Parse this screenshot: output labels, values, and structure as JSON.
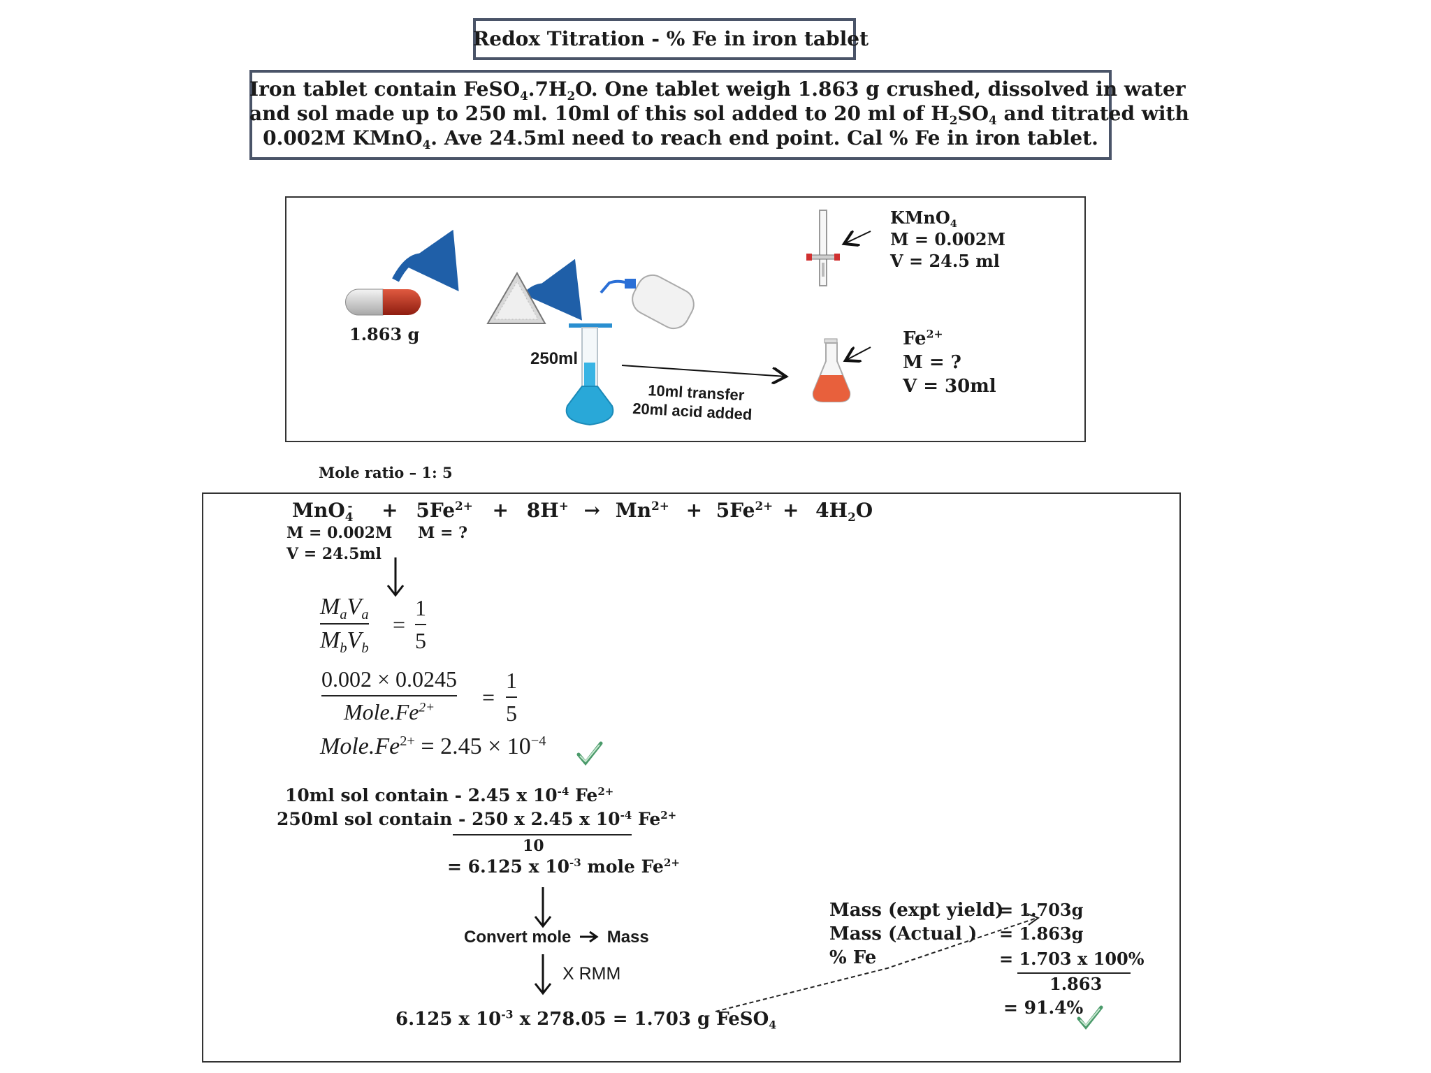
{
  "title": "Redox Titration - % Fe in iron tablet",
  "problem": {
    "line1_a": "Iron tablet contain FeSO",
    "line1_sub1": "4",
    "line1_b": ".7H",
    "line1_sub2": "2",
    "line1_c": "O. One tablet weigh 1.863 g crushed, dissolved in water",
    "line2_a": "and sol made up to 250 ml.  10ml of this sol added to 20 ml of H",
    "line2_sub1": "2",
    "line2_b": "SO",
    "line2_sub2": "4",
    "line2_c": " and titrated with",
    "line3_a": "0.002M KMnO",
    "line3_sub": "4",
    "line3_b": ". Ave  24.5ml need to reach end point. Cal %  Fe in iron tablet."
  },
  "apparatus": {
    "tablet_mass": "1.863 g",
    "flask_volume": "250ml",
    "transfer_line1": "10ml transfer",
    "transfer_line2": "20ml acid added",
    "burette_label": "KMnO",
    "burette_label_sub": "4",
    "burette_molarity": "M = 0.002M",
    "burette_volume": "V  = 24.5 ml",
    "conical_label": "Fe",
    "conical_label_sup": "2+",
    "conical_molarity": "M = ?",
    "conical_volume": "V = 30ml",
    "colors": {
      "capsule_red": "#c0392b",
      "flask_blue": "#29a8d8",
      "conical_orange": "#e8603c",
      "arrow_blue": "#1f5fa8"
    }
  },
  "mole_ratio": "Mole ratio – 1: 5",
  "equation": {
    "reactant1": "MnO",
    "reactant1_sub": "4",
    "reactant1_sup": "-",
    "plus1": "+",
    "reactant2": "5Fe",
    "reactant2_sup": "2+",
    "plus2": "+",
    "reactant3": "8H",
    "reactant3_sup": "+",
    "arrow": "→",
    "product1": "Mn",
    "product1_sup": "2+",
    "plus3": "+",
    "product2": "5Fe",
    "product2_sup": "2+",
    "plus4": "+",
    "product3": "4H",
    "product3_sub": "2",
    "product3_tail": "O",
    "mno4_molarity": "M = 0.002M",
    "mno4_volume": "V = 24.5ml",
    "fe_molarity": "M =  ?"
  },
  "formula": {
    "num_M": "M",
    "num_sub_a1": "a",
    "num_V": "V",
    "num_sub_a2": "a",
    "den_M": "M",
    "den_sub_b1": "b",
    "den_V": "V",
    "den_sub_b2": "b",
    "eq": "=",
    "rhs_num": "1",
    "rhs_den": "5"
  },
  "substitution": {
    "numerator": "0.002 × 0.0245",
    "denominator": "Mole.Fe",
    "denominator_sup": "2+",
    "eq": "=",
    "rhs_num": "1",
    "rhs_den": "5"
  },
  "result_mole": {
    "lhs": "Mole.Fe",
    "lhs_sup": "2+",
    "rhs": " = 2.45 × 10",
    "rhs_sup": "−4"
  },
  "scaling": {
    "row1_label": "10ml sol  contain",
    "row1_value": " - 2.45 x 10",
    "row1_sup": "-4",
    "row1_tail": " Fe",
    "row1_tail_sup": "2+",
    "row2_label": "250ml sol contain",
    "row2_value": " - 250 x 2.45 x 10",
    "row2_sup": "-4",
    "row2_tail": " Fe",
    "row2_tail_sup": "2+",
    "row2_den": "10",
    "row3_value": "= 6.125 x 10",
    "row3_sup": "-3",
    "row3_tail": "  mole Fe",
    "row3_tail_sup": "2+"
  },
  "conversion": {
    "step_label_left": "Convert mole",
    "step_label_right": "Mass",
    "multiplier": "X RMM",
    "final_a": "6.125 x 10",
    "final_sup": "-3",
    "final_b": " x 278.05  = 1.703 g FeSO",
    "final_sub": "4"
  },
  "percentage": {
    "label1": "Mass (expt yield)",
    "value1": "= 1.703g",
    "label2": "Mass (Actual )",
    "value2": "= 1.863g",
    "label3": "% Fe",
    "value3": "= 1.703  x 100%",
    "denominator": "1.863",
    "result": "= 91.4%"
  }
}
